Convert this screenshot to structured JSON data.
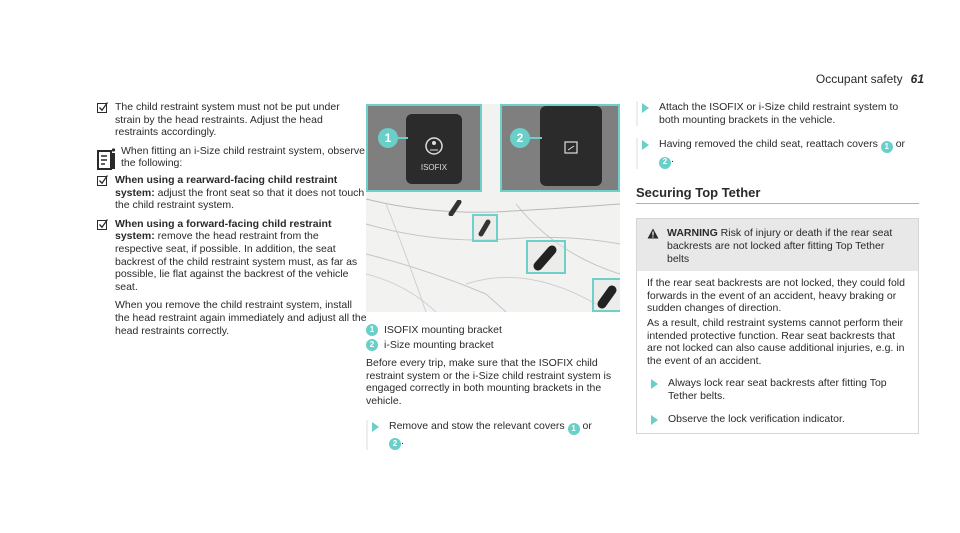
{
  "header": {
    "section": "Occupant safety",
    "page": "61"
  },
  "col1": {
    "check1": "The child restraint system must not be put under strain by the head restraints. Adjust the head restraints accordingly.",
    "note": "When fitting an i-Size child restraint system, observe the following:",
    "check2_bold": "When using a rearward-facing child restraint system:",
    "check2_text": " adjust the front seat so that it does not touch the child restraint system.",
    "check3_bold": "When using a forward-facing child restraint system:",
    "check3_text": " remove the head restraint from the respective seat, if possible. In addition, the seat backrest of the child restraint system must, as far as possible, lie flat against the backrest of the vehicle seat.",
    "para": "When you remove the child restraint system, install the head restraint again immediately and adjust all the head restraints correctly."
  },
  "figure": {
    "callout1": "1",
    "callout2": "2",
    "bracket1_label": "ISOFIX"
  },
  "col2": {
    "legend": [
      {
        "num": "1",
        "text": "ISOFIX mounting bracket"
      },
      {
        "num": "2",
        "text": "i-Size mounting bracket"
      }
    ],
    "para": "Before every trip, make sure that the ISOFIX child restraint system or the i-Size child restraint system is engaged correctly in both mounting brackets in the vehicle.",
    "step_a": "Remove and stow the relevant covers",
    "step_num1": "1",
    "step_or": "or",
    "step_num2": "2",
    "step_end": "."
  },
  "col3": {
    "step1": "Attach the ISOFIX or i-Size child restraint system to both mounting brackets in the vehicle.",
    "step2_a": "Having removed the child seat, reattach covers",
    "step2_num1": "1",
    "step2_or": "or",
    "step2_num2": "2",
    "step2_end": ".",
    "section_title": "Securing Top Tether",
    "warning_label": "WARNING",
    "warning_head": "Risk of injury or death if the rear seat backrests are not locked after fitting Top Tether belts",
    "warning_p1": "If the rear seat backrests are not locked, they could fold forwards in the event of an accident, heavy braking or sudden changes of direction.",
    "warning_p2": "As a result, child restraint systems cannot perform their intended protective function. Rear seat backrests that are not locked can also cause additional injuries, e.g. in the event of an accident.",
    "warning_step1": "Always lock rear seat backrests after fitting Top Tether belts.",
    "warning_step2": "Observe the lock verification indicator."
  }
}
